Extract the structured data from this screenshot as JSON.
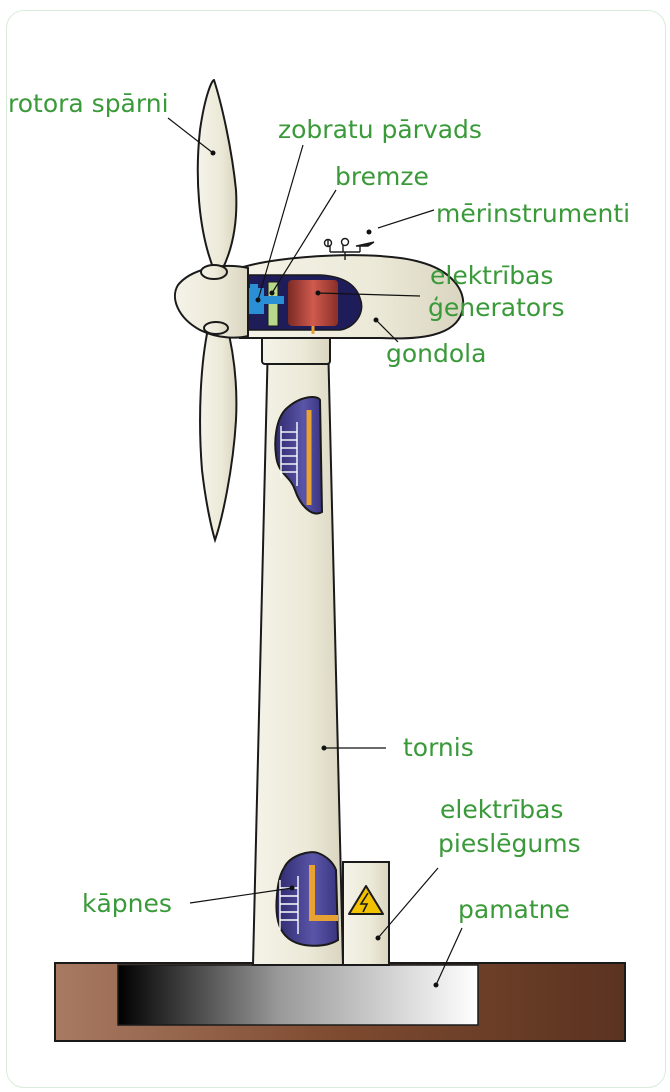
{
  "labels": {
    "rotor_blades": "rotora spārni",
    "gearbox": "zobratu pārvads",
    "brake": "bremze",
    "instruments": "mērinstrumenti",
    "generator_line1": "elektrības",
    "generator_line2": "ģenerators",
    "nacelle": "gondola",
    "tower": "tornis",
    "connection_line1": "elektrības",
    "connection_line2": "pieslēgums",
    "stairs": "kāpnes",
    "foundation": "pamatne"
  },
  "colors": {
    "label_green": "#3a9a3a",
    "cream": "#f2f0e4",
    "ground_brown": "#8c5a3e",
    "generator_red": "#b5413b",
    "gear_blue": "#2b8fd6",
    "cutaway_purple": "#4a4596",
    "ladder_orange": "#e8a233"
  }
}
